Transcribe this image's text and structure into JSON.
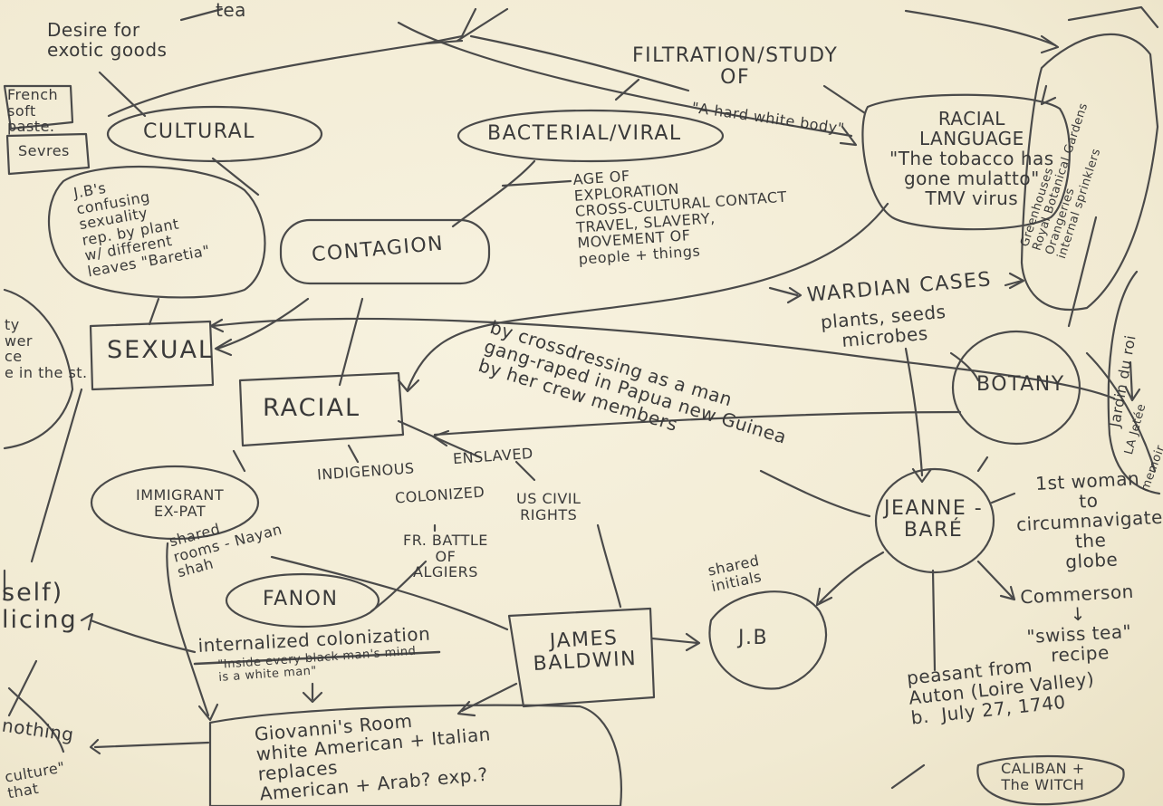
{
  "nodes": {
    "desire_exotic": "Desire for\nexotic goods",
    "tea_fragment": "tea",
    "french_soft_paste": "French\nsoft\npaste.",
    "sevres": "Sevres",
    "cultural": "CULTURAL",
    "jb_confusing": "J.B's\nconfusing\nsexuality\nrep. by plant\nw/ different\nleaves \"Baretia\"",
    "contagion": "CONTAGION",
    "bacterial_viral": "BACTERIAL/VIRAL",
    "filtration": "FILTRATION/STUDY\nOF",
    "hard_white_body": "\"A hard white body\"",
    "racial_language": "RACIAL\nLANGUAGE\n\"The tobacco has\ngone mulatto\"\nTMV virus",
    "greenhouses": "Greenhouses\nRoyal Botanical Gardens\nOrangeries\ninternal sprinklers",
    "age_exploration": "AGE OF\nEXPLORATION\nCROSS-CULTURAL CONTACT\nTRAVEL, SLAVERY,\nMOVEMENT OF\npeople + things",
    "wardian_cases": "WARDIAN CASES",
    "plants_seeds": "plants, seeds\nmicrobes",
    "botany": "BOTANY",
    "jardin": "Jardin du roi",
    "la_jetee": "LA Jetée",
    "memoir": "memoir",
    "sexual": "SEXUAL",
    "left_fragment_1": "ty\nwer\nce\ne in the st.",
    "crossdressing": "by crossdressing as a man\ngang-raped in Papua new Guinea\nby her crew members",
    "racial": "RACIAL",
    "immigrant": "IMMIGRANT\nEX-PAT",
    "indigenous": "INDIGENOUS",
    "enslaved": "ENSLAVED",
    "colonized": "COLONIZED",
    "us_civil_rights": "US CIVIL\nRIGHTS",
    "battle_algiers": "FR. BATTLE\nOF\nALGIERS",
    "shared_rooms": "shared\nrooms - Nayan\nshah",
    "fanon": "FANON",
    "self_policing": "self)\nlicing",
    "internalized": "internalized colonization",
    "inside_every": "\"Inside every black man's mind\nis a white man\"",
    "james_baldwin": "JAMES\nBALDWIN",
    "shared_initials": "shared\ninitials",
    "jb": "J.B",
    "jeanne_bare": "JEANNE -\nBARÉ",
    "first_woman": "1st woman\nto\ncircumnavigate\nthe\nglobe",
    "commerson": "Commerson\n↓\n\"swiss tea\"\nrecipe",
    "peasant": "peasant from\nAuton (Loire Valley)\nb.  July 27, 1740",
    "nothing": "nothing",
    "giovannis_room": "Giovanni's Room\nwhite American + Italian\nreplaces\nAmerican + Arab? exp.?",
    "culture_fragment": "culture\"\nthat",
    "caliban": "CALIBAN +\nThe WITCH"
  }
}
